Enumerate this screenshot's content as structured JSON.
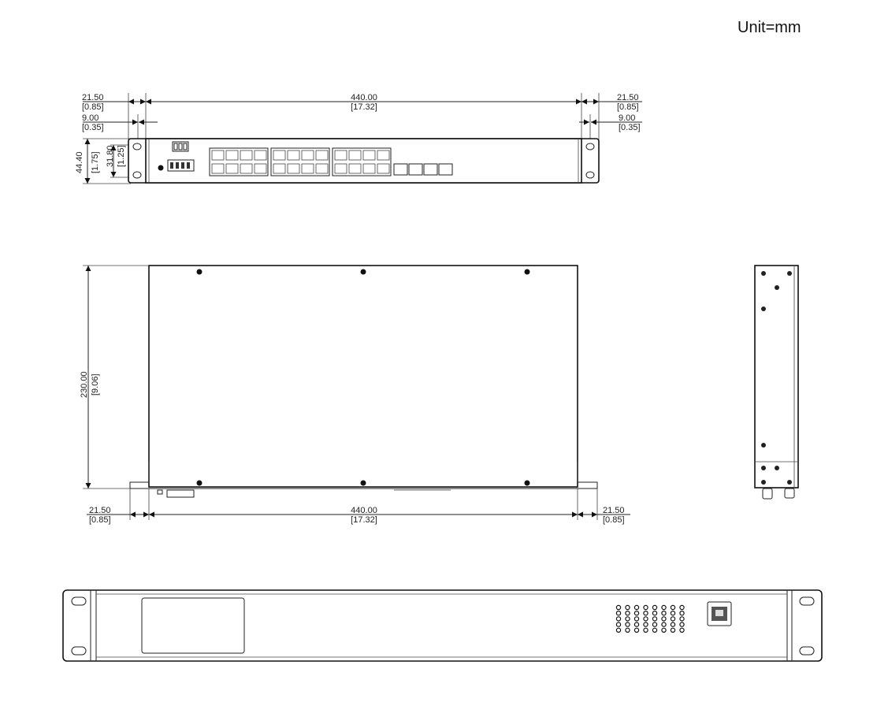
{
  "unit_label": "Unit=mm",
  "front_view": {
    "ear_left_mm": "21.50",
    "ear_left_in": "[0.85]",
    "width_mm": "440.00",
    "width_in": "[17.32]",
    "ear_right_mm": "21.50",
    "ear_right_in": "[0.85]",
    "hole_left_mm": "9.00",
    "hole_left_in": "[0.35]",
    "hole_right_mm": "9.00",
    "hole_right_in": "[0.35]",
    "height_mm": "44.40",
    "height_in": "[1.75]",
    "hole_spacing_mm": "31.80",
    "hole_spacing_in": "[1.25]"
  },
  "top_view": {
    "depth_mm": "230.00",
    "depth_in": "[9.06]",
    "ear_left_mm": "21.50",
    "ear_left_in": "[0.85]",
    "width_mm": "440.00",
    "width_in": "[17.32]",
    "ear_right_mm": "21.50",
    "ear_right_in": "[0.85]"
  },
  "colors": {
    "line": "#222222",
    "background": "#ffffff"
  }
}
